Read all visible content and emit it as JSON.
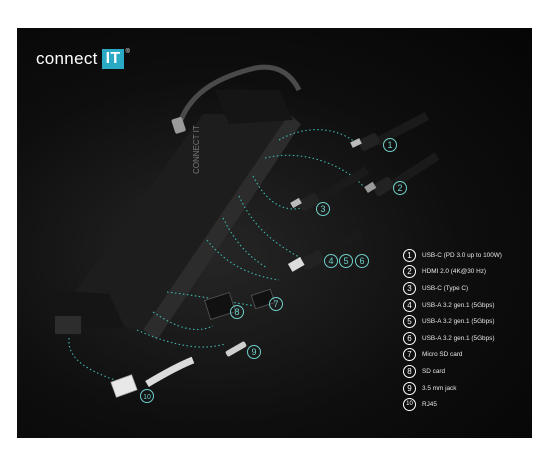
{
  "brand": {
    "name": "connect",
    "mark": "IT",
    "registered": "®"
  },
  "hub_label": "CONNECT IT",
  "callouts": [
    "1",
    "2",
    "3",
    "4",
    "5",
    "6",
    "7",
    "8",
    "9",
    "10"
  ],
  "legend": [
    {
      "num": "1",
      "label": "USB-C (PD 3.0 up to 100W)"
    },
    {
      "num": "2",
      "label": "HDMI 2.0 (4K@30 Hz)"
    },
    {
      "num": "3",
      "label": "USB-C (Type C)"
    },
    {
      "num": "4",
      "label": "USB-A 3.2 gen.1 (5Gbps)"
    },
    {
      "num": "5",
      "label": "USB-A 3.2 gen.1 (5Gbps)"
    },
    {
      "num": "6",
      "label": "USB-A 3.2 gen.1 (5Gbps)"
    },
    {
      "num": "7",
      "label": "Micro SD card"
    },
    {
      "num": "8",
      "label": "SD card"
    },
    {
      "num": "9",
      "label": "3.5 mm jack"
    },
    {
      "num": "10",
      "label": "RJ45"
    }
  ],
  "colors": {
    "accent": "#2aa9c4",
    "dots": "#3fb8b0",
    "background": "#0b0b0b"
  }
}
